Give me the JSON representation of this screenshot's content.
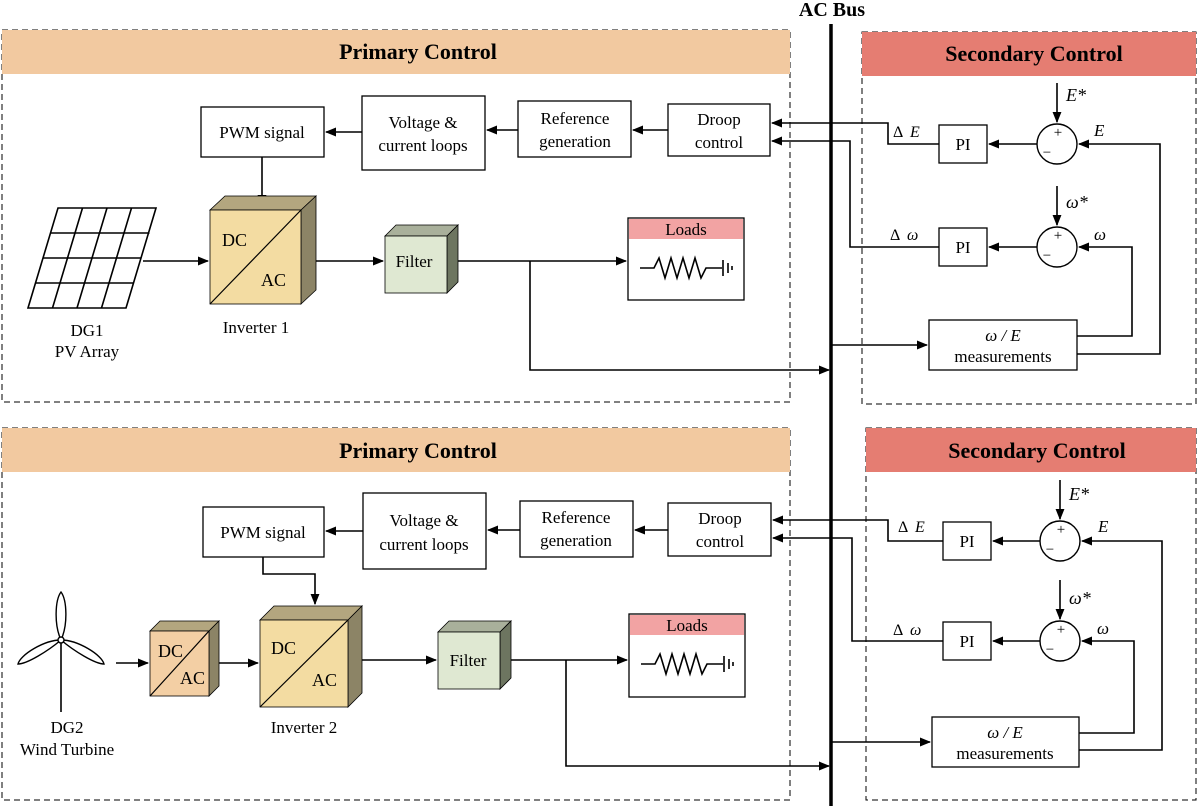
{
  "ac_bus_label": "AC Bus",
  "colors": {
    "primary_header": "#f2c9a0",
    "secondary_header": "#e57d72",
    "inverter_front": "#f3dca2",
    "inverter_side": "#8c8466",
    "dcac_front": "#f3cfa4",
    "filter_front": "#dfe8d2",
    "filter_side": "#6d7560",
    "loads_header": "#f2a3a3"
  },
  "section1": {
    "primary_title": "Primary Control",
    "secondary_title": "Secondary Control",
    "pwm": "PWM signal",
    "vc1": "Voltage &",
    "vc2": "current loops",
    "ref1": "Reference",
    "ref2": "generation",
    "droop1": "Droop",
    "droop2": "control",
    "inv_dc": "DC",
    "inv_ac": "AC",
    "inverter_label": "Inverter 1",
    "filter": "Filter",
    "loads": "Loads",
    "source1": "DG1",
    "source2": "PV Array",
    "pi1": "PI",
    "pi2": "PI",
    "delta": "Δ",
    "e_sym": "E",
    "e_star": "E*",
    "w_sym": "ω",
    "w_star": "ω*",
    "plus": "+",
    "minus": "−",
    "meas1": "ω / E",
    "meas2": "measurements"
  },
  "section2": {
    "primary_title": "Primary Control",
    "secondary_title": "Secondary Control",
    "pwm": "PWM signal",
    "vc1": "Voltage &",
    "vc2": "current loops",
    "ref1": "Reference",
    "ref2": "generation",
    "droop1": "Droop",
    "droop2": "control",
    "inv_dc": "DC",
    "inv_ac": "AC",
    "conv_dc": "DC",
    "conv_ac": "AC",
    "inverter_label": "Inverter 2",
    "filter": "Filter",
    "loads": "Loads",
    "source1": "DG2",
    "source2": "Wind Turbine",
    "pi1": "PI",
    "pi2": "PI",
    "delta": "Δ",
    "e_sym": "E",
    "e_star": "E*",
    "w_sym": "ω",
    "w_star": "ω*",
    "plus": "+",
    "minus": "−",
    "meas1": "ω / E",
    "meas2": "measurements"
  }
}
